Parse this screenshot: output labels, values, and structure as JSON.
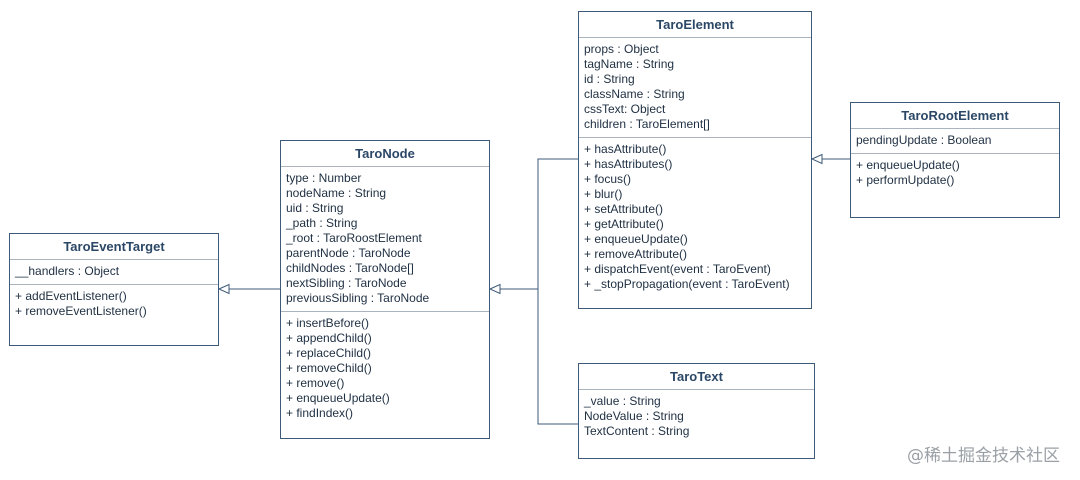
{
  "classes": {
    "taro_event_target": {
      "name": "TaroEventTarget",
      "attributes": [
        "__handlers : Object"
      ],
      "methods": [
        "+ addEventListener()",
        "+ removeEventListener()"
      ]
    },
    "taro_node": {
      "name": "TaroNode",
      "attributes": [
        "type : Number",
        "nodeName : String",
        "uid : String",
        "_path : String",
        "_root : TaroRoostElement",
        "parentNode : TaroNode",
        "childNodes : TaroNode[]",
        "nextSibling : TaroNode",
        "previousSibling : TaroNode"
      ],
      "methods": [
        "+ insertBefore()",
        "+ appendChild()",
        "+ replaceChild()",
        "+ removeChild()",
        "+ remove()",
        "+ enqueueUpdate()",
        "+ findIndex()"
      ]
    },
    "taro_element": {
      "name": "TaroElement",
      "attributes": [
        "props : Object",
        "tagName : String",
        "id : String",
        "className : String",
        "cssText: Object",
        "children : TaroElement[]"
      ],
      "methods": [
        "+ hasAttribute()",
        "+ hasAttributes()",
        "+ focus()",
        "+ blur()",
        "+ setAttribute()",
        "+ getAttribute()",
        "+ enqueueUpdate()",
        "+ removeAttribute()",
        "+ dispatchEvent(event : TaroEvent)",
        "+ _stopPropagation(event : TaroEvent)"
      ]
    },
    "taro_root_element": {
      "name": "TaroRootElement",
      "attributes": [
        "pendingUpdate : Boolean"
      ],
      "methods": [
        "+ enqueueUpdate()",
        "+ performUpdate()"
      ]
    },
    "taro_text": {
      "name": "TaroText",
      "attributes": [
        "_value : String",
        "NodeValue : String",
        "TextContent : String"
      ],
      "methods": []
    }
  },
  "watermark": "@稀土掘金技术社区"
}
